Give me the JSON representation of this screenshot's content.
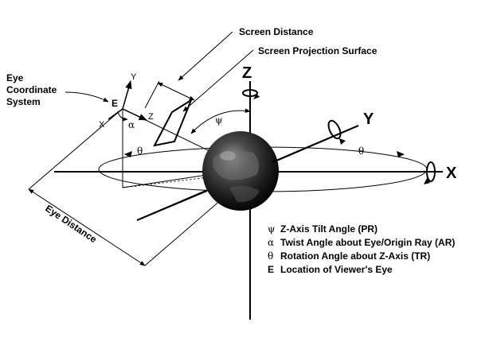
{
  "labels": {
    "screen_distance": "Screen Distance",
    "screen_projection_surface": "Screen Projection Surface",
    "eye_coordinate_system": [
      "Eye",
      "Coordinate",
      "System"
    ],
    "eye_distance": "Eye Distance"
  },
  "axes": {
    "x": "X",
    "y": "Y",
    "z": "Z"
  },
  "eye_axes": {
    "e": "E",
    "x": "X",
    "y": "Y",
    "z": "Z"
  },
  "angles": {
    "alpha": "α",
    "psi": "ψ",
    "theta": "θ"
  },
  "legend": [
    {
      "symbol": "ψ",
      "text": "Z-Axis Tilt Angle (PR)"
    },
    {
      "symbol": "α",
      "text": "Twist Angle about Eye/Origin Ray (AR)"
    },
    {
      "symbol": "θ",
      "text": "Rotation Angle about Z-Axis (TR)"
    },
    {
      "symbol": "E",
      "text": "Location of Viewer's Eye"
    }
  ]
}
